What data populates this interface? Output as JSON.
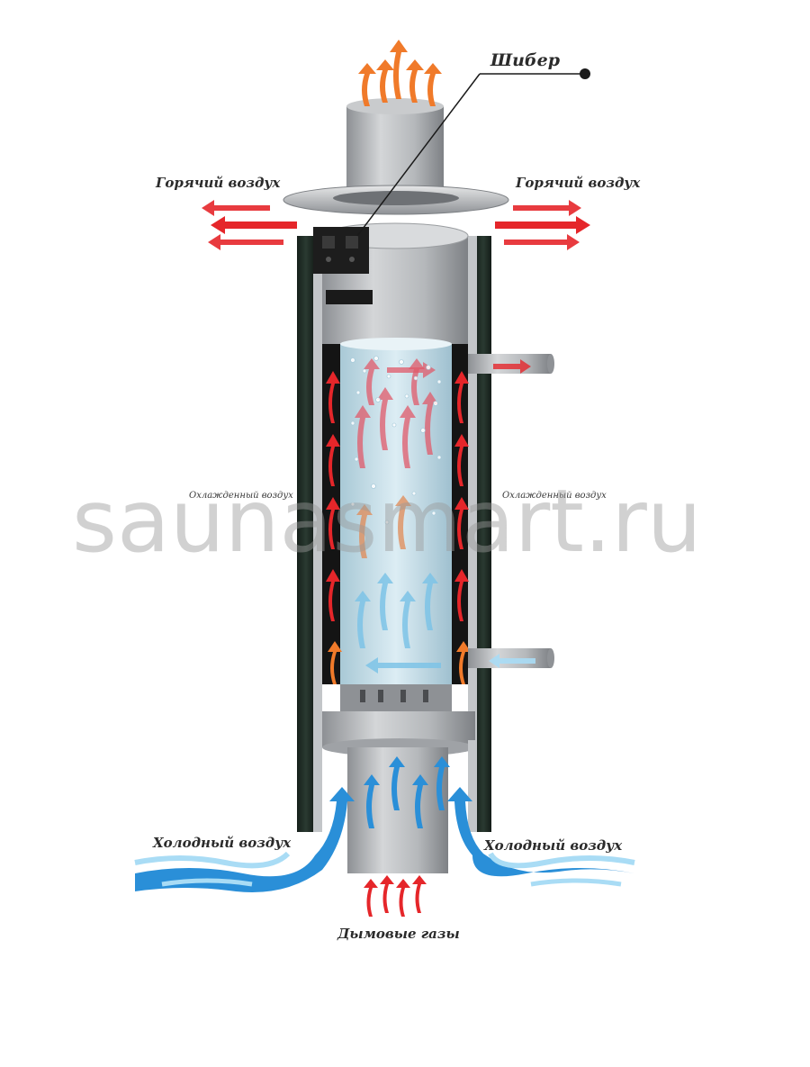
{
  "labels": {
    "damper": "Шибер",
    "hot_air_left": "Горячий воздух",
    "hot_air_right": "Горячий воздух",
    "cooled_air_left": "Охлажденный воздух",
    "cooled_air_right": "Охлажденный воздух",
    "cold_air_left": "Холодный воздух",
    "cold_air_right": "Холодный воздух",
    "flue_gases": "Дымовые газы"
  },
  "watermark": "saunasmart.ru",
  "colors": {
    "hot": "#e5262a",
    "warm": "#f07a2a",
    "cold": "#2a8fd8",
    "cold_light": "#a9dcf5",
    "steel": "#b9bcbf",
    "stone": "#1f2a24",
    "water": "#cfe6f0"
  }
}
